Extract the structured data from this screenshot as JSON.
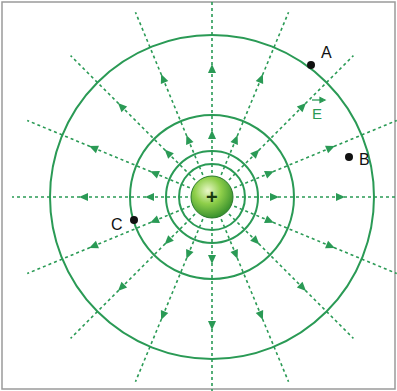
{
  "diagram": {
    "labels": [
      "A",
      "E",
      "B",
      "+",
      "C"
    ]
  }
}
